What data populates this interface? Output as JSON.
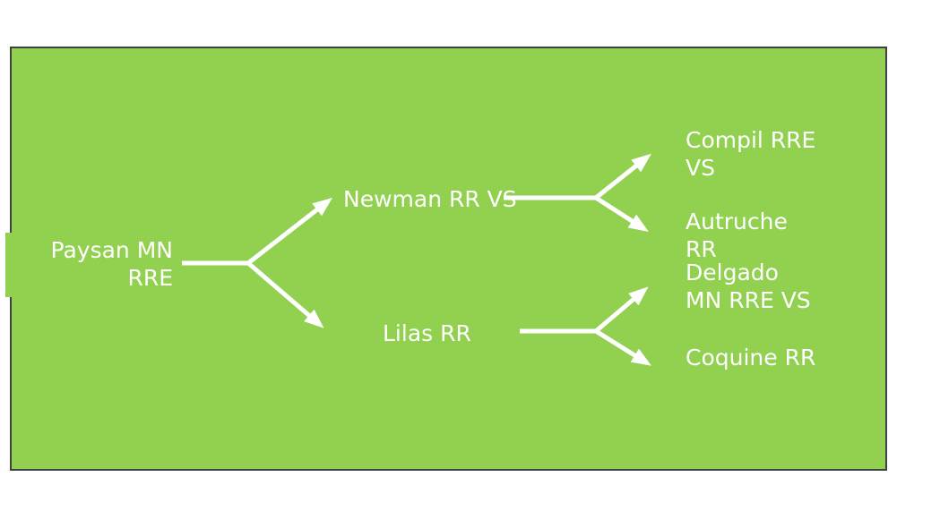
{
  "colors": {
    "canvasBg": "#ffffff",
    "slideFill": "#92d050",
    "slideBorder": "#404040",
    "connector": "#ffffff",
    "text": "#ffffff"
  },
  "diagram": {
    "type": "horizontal-hierarchy-tree",
    "nodes": {
      "paysan": "Paysan MN\nRRE",
      "newman": "Newman RR VS",
      "lilas": "Lilas RR",
      "compil": "Compil RRE\nVS",
      "autruche": "Autruche\nRR",
      "delgado": "Delgado\nMN RRE VS",
      "coquine": "Coquine RR"
    },
    "edges": [
      {
        "from": "Paysan MN RRE",
        "to": "Newman RR VS"
      },
      {
        "from": "Paysan MN RRE",
        "to": "Lilas RR"
      },
      {
        "from": "Newman RR VS",
        "to": "Compil RRE VS"
      },
      {
        "from": "Newman RR VS",
        "to": "Autruche RR"
      },
      {
        "from": "Lilas RR",
        "to": "Delgado MN RRE VS"
      },
      {
        "from": "Lilas RR",
        "to": "Coquine RR"
      }
    ]
  }
}
